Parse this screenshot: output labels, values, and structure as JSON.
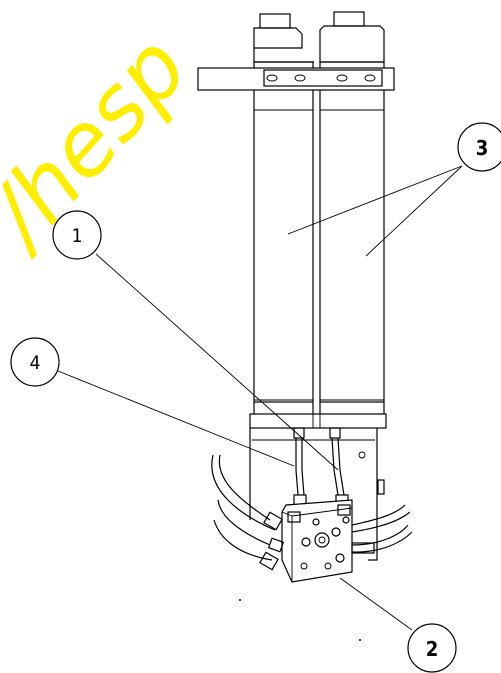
{
  "callouts": {
    "c1": "1",
    "c2": "2",
    "c3": "3",
    "c4": "4"
  },
  "watermark": {
    "text": "/hesp",
    "color": "#ffee00"
  }
}
